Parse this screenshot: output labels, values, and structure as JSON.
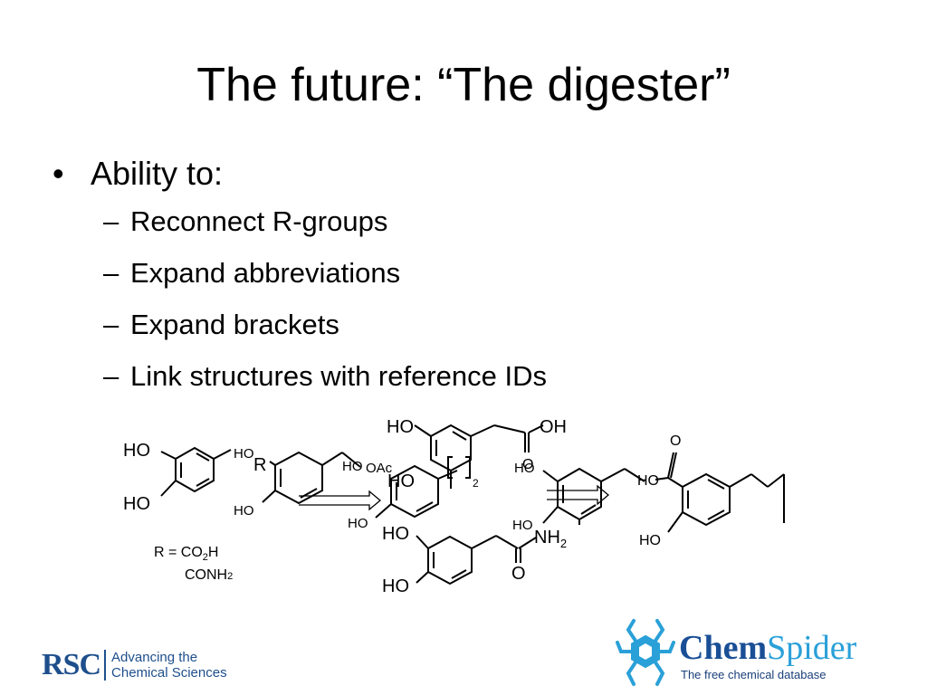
{
  "slide": {
    "title": "The future: “The digester”",
    "bullet": "Ability to:",
    "bullet_symbol": "•",
    "sub_symbol": "–",
    "subitems": [
      "Reconnect R-groups",
      "Expand abbreviations",
      "Expand brackets",
      "Link structures with reference IDs"
    ]
  },
  "figure": {
    "left_mol": {
      "ho1": "HO",
      "ho2": "HO"
    },
    "r_def": {
      "line1": "R = CO",
      "sub2": "2",
      "h": "H",
      "line2": "CONH",
      "sub2b": "2"
    },
    "mid_mol": {
      "ho1": "HO",
      "r": "R",
      "ho2": "HO"
    },
    "oac_mol": {
      "ho": "HO",
      "oac": "OAc",
      "ho2": "HO",
      "ho3": "HO"
    },
    "top_mol": {
      "ho": "HO",
      "oh": "OH",
      "o": "O",
      "n": "2"
    },
    "bottom_mol": {
      "ho1": "HO",
      "ho2": "HO",
      "nh2": "NH",
      "sub": "2",
      "o": "O"
    },
    "right_mol": {
      "ho1": "HO",
      "ho2": "HO",
      "o": "O",
      "ho3": "HO",
      "ho4": "HO"
    }
  },
  "footer": {
    "rsc_logo": "RSC",
    "rsc_tag1": "Advancing the",
    "rsc_tag2": "Chemical Sciences",
    "cs_name1": "Chem",
    "cs_name2": "Spider",
    "cs_tag": "The free chemical database"
  },
  "colors": {
    "rsc_blue": "#1e4f8c",
    "chemspider_blue": "#1a4f96",
    "chemspider_light": "#2aa0d8"
  },
  "icons": {
    "chemspider": "spider-icon"
  }
}
